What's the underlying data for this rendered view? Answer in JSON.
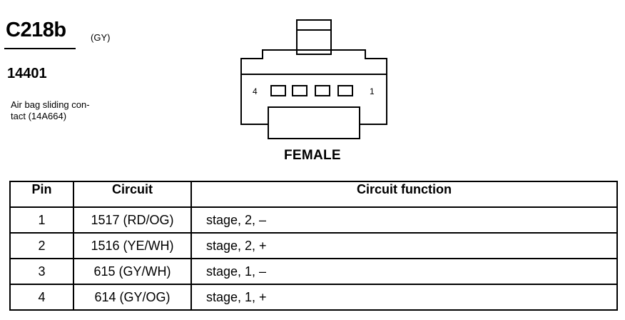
{
  "connector": {
    "id": "C218b",
    "color": "(GY)",
    "part_number": "14401",
    "description_line1": "Air bag sliding con-",
    "description_line2": "tact (14A664)"
  },
  "diagram": {
    "pin_left_label": "4",
    "pin_right_label": "1",
    "gender": "FEMALE"
  },
  "table": {
    "headers": [
      "Pin",
      "Circuit",
      "Circuit function"
    ],
    "rows": [
      {
        "pin": "1",
        "circuit": "1517 (RD/OG)",
        "function": "stage, 2, –"
      },
      {
        "pin": "2",
        "circuit": "1516 (YE/WH)",
        "function": "stage, 2, +"
      },
      {
        "pin": "3",
        "circuit": "615 (GY/WH)",
        "function": "stage, 1, –"
      },
      {
        "pin": "4",
        "circuit": "614 (GY/OG)",
        "function": "stage, 1, +"
      }
    ]
  }
}
